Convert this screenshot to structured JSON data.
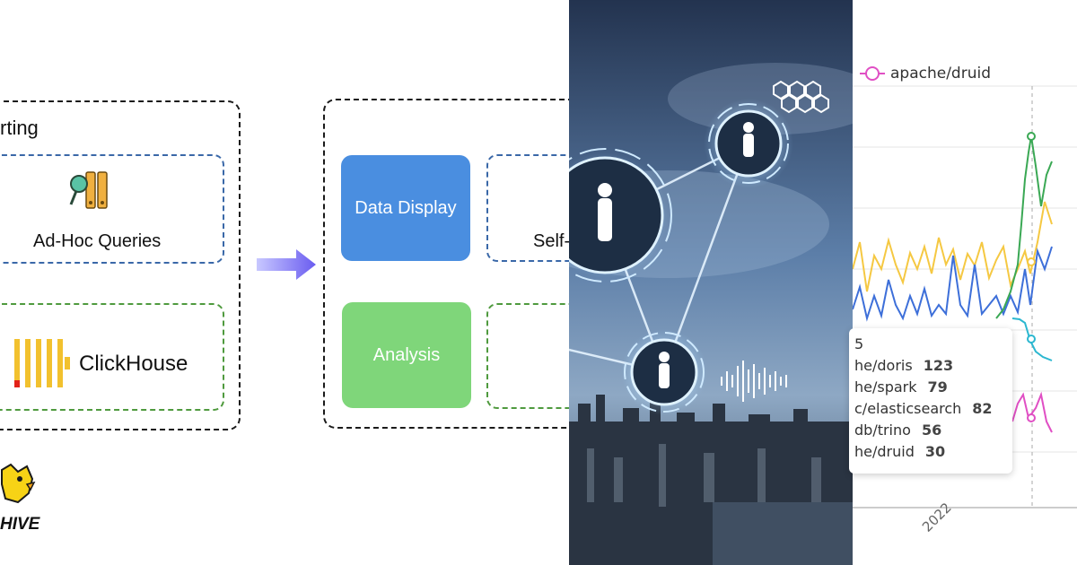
{
  "left_panel": {
    "reporting_label": "rting",
    "adhoc_label": "Ad-Hoc Queries",
    "clickhouse_label": "ClickHouse",
    "data_display_label": "Data Display",
    "analysis_label": "Analysis",
    "self_label": "Self-",
    "hive_label": "HIVE",
    "colors": {
      "data_display": "#4a8ee0",
      "analysis": "#7fd67a",
      "arrow": "#7070f0"
    }
  },
  "right_panel": {
    "legend_label": "apache/druid",
    "x_tick": "2022",
    "tooltip": {
      "header": "5",
      "rows": [
        {
          "name": "he/doris",
          "value": "123"
        },
        {
          "name": "he/spark",
          "value": "79"
        },
        {
          "name": "c/elasticsearch",
          "value": "82"
        },
        {
          "name": "db/trino",
          "value": "56"
        },
        {
          "name": "he/druid",
          "value": "30"
        }
      ]
    },
    "series_colors": {
      "green": "#3aa854",
      "yellow": "#f5c842",
      "blue": "#3d6fd9",
      "cyan": "#2bb7d0",
      "pink": "#e04fc4"
    }
  }
}
